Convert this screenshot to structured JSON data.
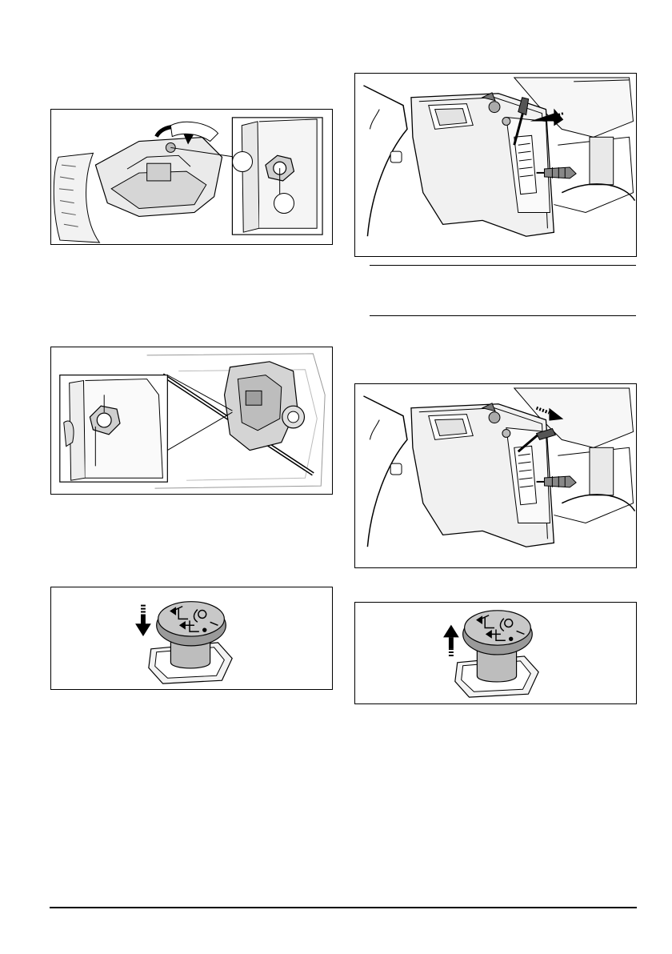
{
  "page": {
    "background": "#ffffff",
    "ink": "#000000"
  },
  "figures": [
    {
      "id": "fig-tension-nut",
      "icon": "wrench-icon",
      "callouts": 2
    },
    {
      "id": "fig-transmission-nut",
      "icon": "nut-icon",
      "callouts": 0
    },
    {
      "id": "fig-pedal-press",
      "icon": "pedal-press-icon",
      "direction": "down"
    },
    {
      "id": "fig-lever-forward",
      "icon": "lever-icon",
      "direction": "forward"
    },
    {
      "id": "fig-lever-back",
      "icon": "lever-icon",
      "direction": "back"
    },
    {
      "id": "fig-pedal-release",
      "icon": "pedal-release-icon",
      "direction": "up"
    }
  ]
}
